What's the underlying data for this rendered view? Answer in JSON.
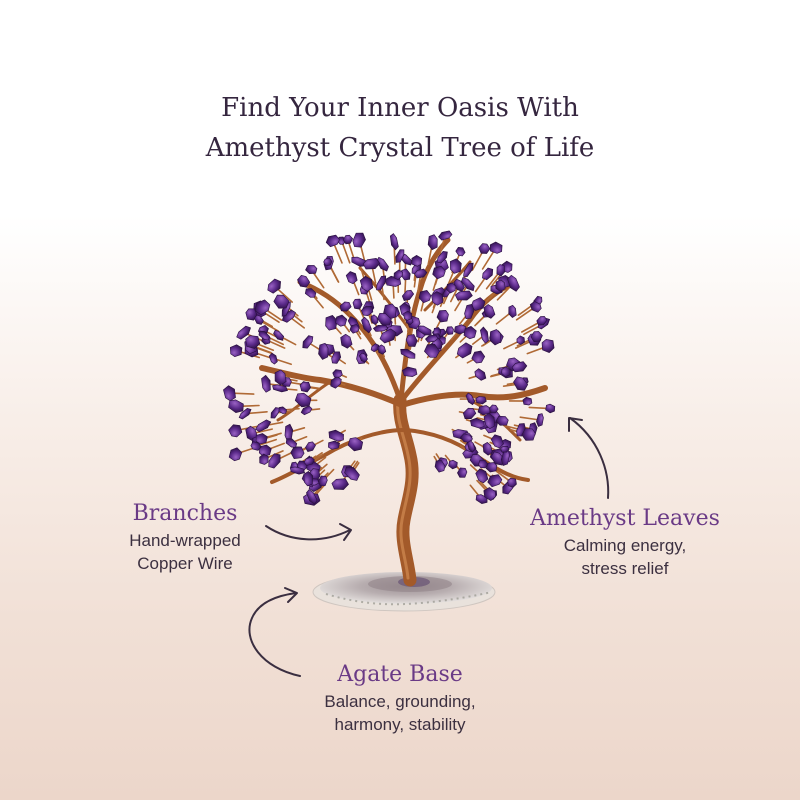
{
  "headline": {
    "line1": "Find Your Inner Oasis With",
    "line2": "Amethyst Crystal Tree of Life"
  },
  "callouts": {
    "branches": {
      "title": "Branches",
      "desc1": "Hand-wrapped",
      "desc2": "Copper Wire"
    },
    "leaves": {
      "title": "Amethyst Leaves",
      "desc1": "Calming energy,",
      "desc2": "stress relief"
    },
    "base": {
      "title": "Agate Base",
      "desc1": "Balance, grounding,",
      "desc2": "harmony, stability"
    }
  },
  "colors": {
    "heading": "#35263f",
    "accent": "#6a3a86",
    "body_text": "#3c3040",
    "copper": "#a35a2a",
    "amethyst": "#5b2a8a",
    "agate": "#cfc8c8"
  }
}
